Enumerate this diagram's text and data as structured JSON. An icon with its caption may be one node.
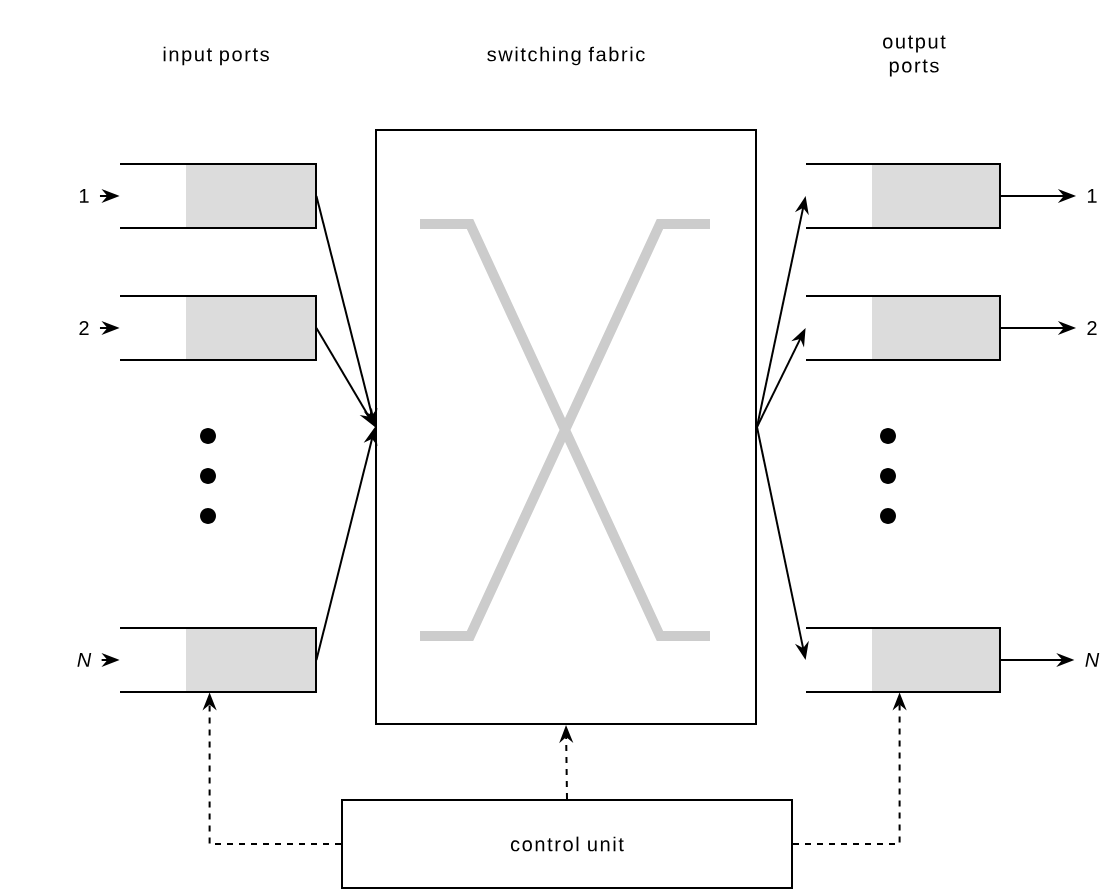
{
  "diagram": {
    "nodes": [
      {
        "text": [
          "switching fabric"
        ]
      },
      {
        "text": [],
        "shape": "box"
      },
      {
        "text": [],
        "shape": "box"
      },
      {
        "text": [],
        "shape": "box"
      },
      {
        "text": [],
        "shape": "box"
      },
      {
        "text": [],
        "shape": "box"
      },
      {
        "text": [],
        "shape": "box"
      },
      {
        "text": [
          "control unit"
        ]
      },
      {
        "text": [
          "1"
        ]
      },
      {
        "text": [
          "2"
        ]
      },
      {
        "text": [
          "N"
        ]
      },
      {
        "text": [
          "1"
        ]
      },
      {
        "text": [
          "2"
        ]
      },
      {
        "text": [
          "N"
        ]
      }
    ],
    "edges": [
      {
        "from": 8,
        "to": 1,
        "arrow": "to"
      },
      {
        "from": 9,
        "to": 2,
        "arrow": "to"
      },
      {
        "from": 10,
        "to": 3,
        "arrow": "to"
      },
      {
        "from": 1,
        "to": 0,
        "arrow": "to"
      },
      {
        "from": 2,
        "to": 0,
        "arrow": "to"
      },
      {
        "from": 3,
        "to": 0,
        "arrow": "to"
      },
      {
        "from": 0,
        "to": 4,
        "arrow": "to"
      },
      {
        "from": 0,
        "to": 5,
        "arrow": "to"
      },
      {
        "from": 0,
        "to": 6,
        "arrow": "to"
      },
      {
        "from": 4,
        "to": 11,
        "arrow": "to"
      },
      {
        "from": 5,
        "to": 12,
        "arrow": "to"
      },
      {
        "from": 6,
        "to": 13,
        "arrow": "to"
      },
      {
        "from": 7,
        "to": 3,
        "arrow": "to",
        "style": "dashed"
      },
      {
        "from": 7,
        "to": 0,
        "arrow": "to",
        "style": "dashed"
      },
      {
        "from": 7,
        "to": 6,
        "arrow": "to",
        "style": "dashed"
      }
    ],
    "labels": [
      "input ports",
      "output ports"
    ]
  }
}
